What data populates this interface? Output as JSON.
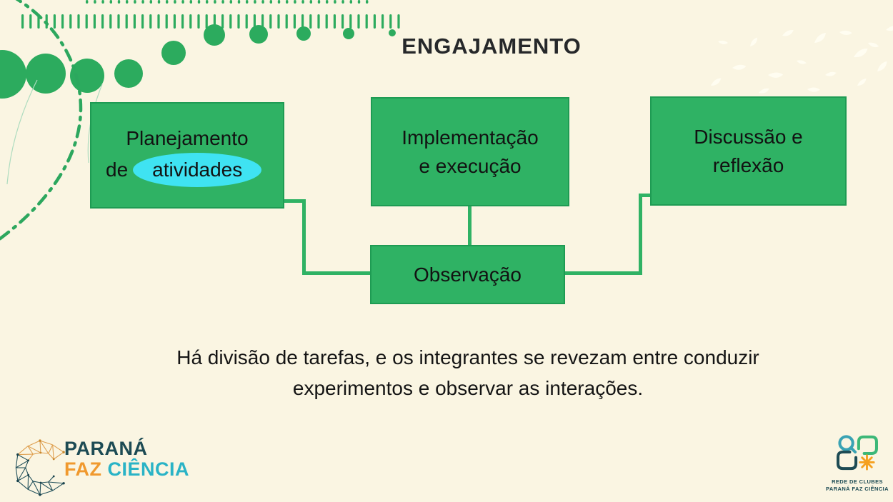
{
  "title": "ENGAJAMENTO",
  "diagram": {
    "box_planejamento": {
      "line1": "Planejamento",
      "line2_prefix": "de",
      "highlighted_word": "atividades"
    },
    "box_implementacao": {
      "line1": "Implementação",
      "line2": "e execução"
    },
    "box_discussao": {
      "line1": "Discussão e",
      "line2": "reflexão"
    },
    "box_observacao": {
      "label": "Observação"
    }
  },
  "caption": {
    "line1": "Há divisão de tarefas, e os integrantes se revezam entre conduzir",
    "line2": "experimentos e observar as interações."
  },
  "footer": {
    "left_logo": {
      "word1": "PARANÁ",
      "word2": "FAZ",
      "word3": "CIÊNCIA"
    },
    "right_logo": {
      "line1": "REDE DE CLUBES",
      "line2": "PARANÁ FAZ CIÊNCIA"
    }
  },
  "icons": {
    "left_logo": "network-globe-icon",
    "right_logo_parts": [
      "magnifier-icon",
      "green-bracket-icon",
      "dark-bracket-icon",
      "asterisk-icon"
    ]
  },
  "colors": {
    "background": "#faf5e2",
    "box_green": "#2fb264",
    "box_border": "#1e9b53",
    "connector_green": "#2fb264",
    "highlight_cyan": "#3fe3f2",
    "deco_green": "#2cab5e",
    "title_ink": "#26282a",
    "body_ink": "#141414",
    "logo_dark_teal": "#1d4b54",
    "logo_orange": "#f0992e",
    "logo_cyan": "#2ab3c6",
    "asterisk_orange": "#f5a01e",
    "bracket_green": "#3cb878",
    "magnifier_teal": "#3aa3b4",
    "leaf_white": "#fffdf1"
  }
}
